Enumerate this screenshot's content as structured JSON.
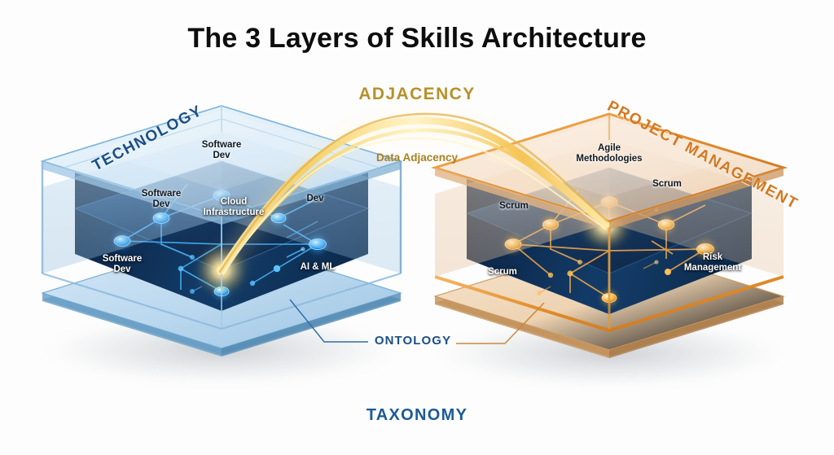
{
  "page": {
    "title": "The 3 Layers of Skills Architecture",
    "background_color": "#fdfdfd"
  },
  "layer_labels": {
    "adjacency": "ADJACENCY",
    "ontology": "ONTOLOGY",
    "taxonomy": "TAXONOMY",
    "adjacency_caption": "Data Adjacency"
  },
  "colors": {
    "taxonomy_blue": "#1b5a96",
    "ontology_blue": "#1b4f86",
    "adjacency_gold": "#b8902a",
    "tech_accent": "#2f9ff5",
    "pm_accent": "#ef8a22",
    "node_blue": "#24a9ff",
    "node_orange": "#f5a423",
    "cube_blue_dark": "#12335c",
    "cube_orange_tint": "#f3dcc4"
  },
  "cubes": [
    {
      "id": "technology",
      "domain_label": "TECHNOLOGY",
      "accent": "#2f9ff5",
      "nodes": [
        {
          "label": "Software\nDev",
          "name": "node-software-dev-top"
        },
        {
          "label": "Software\nDev",
          "name": "node-software-dev-left"
        },
        {
          "label": "Cloud\nInfrastructure",
          "name": "node-cloud-infrastructure"
        },
        {
          "label": "Dev",
          "name": "node-dev"
        },
        {
          "label": "Software\nDev",
          "name": "node-software-dev-lower-left"
        },
        {
          "label": "AI & ML",
          "name": "node-ai-ml"
        }
      ]
    },
    {
      "id": "project-management",
      "domain_label": "PROJECT MANAGEMENT",
      "accent": "#ef8a22",
      "nodes": [
        {
          "label": "Agile\nMethodologies",
          "name": "node-agile-methodologies"
        },
        {
          "label": "Scrum",
          "name": "node-scrum-left"
        },
        {
          "label": "Scrum",
          "name": "node-scrum-right"
        },
        {
          "label": "Scrum",
          "name": "node-scrum-lower-left"
        },
        {
          "label": "Risk\nManagement",
          "name": "node-risk-management"
        }
      ]
    }
  ]
}
